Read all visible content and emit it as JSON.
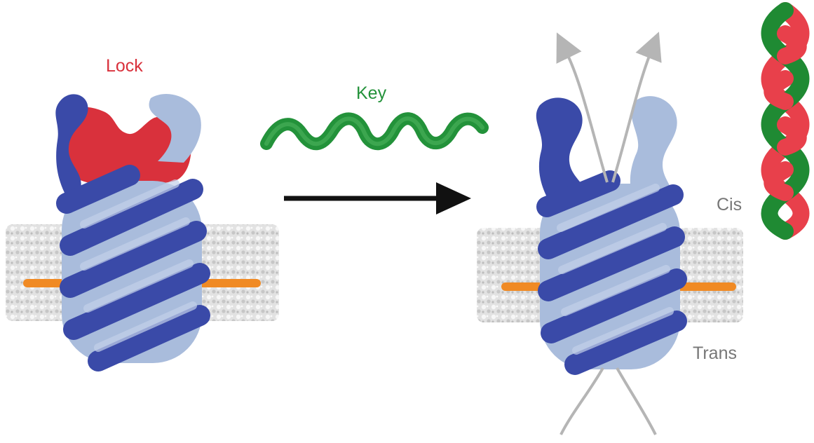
{
  "labels": {
    "lock": "Lock",
    "key": "Key",
    "cis": "Cis",
    "trans": "Trans"
  },
  "colors": {
    "lock": "#d9313c",
    "key": "#23923a",
    "label_gray": "#777777",
    "dark_blue": "#3a4aa8",
    "light_blue": "#a9bcdc",
    "membrane": "#d8d8d8",
    "lipid_bar": "#f08a24",
    "arrow": "#111111",
    "flow_arrow": "#b5b5b5",
    "helix_red": "#e8404b",
    "helix_green": "#1f8a33"
  },
  "icons": {
    "main_arrow": "arrow-right-icon",
    "flow_arrows": "curved-arrow-icon"
  }
}
